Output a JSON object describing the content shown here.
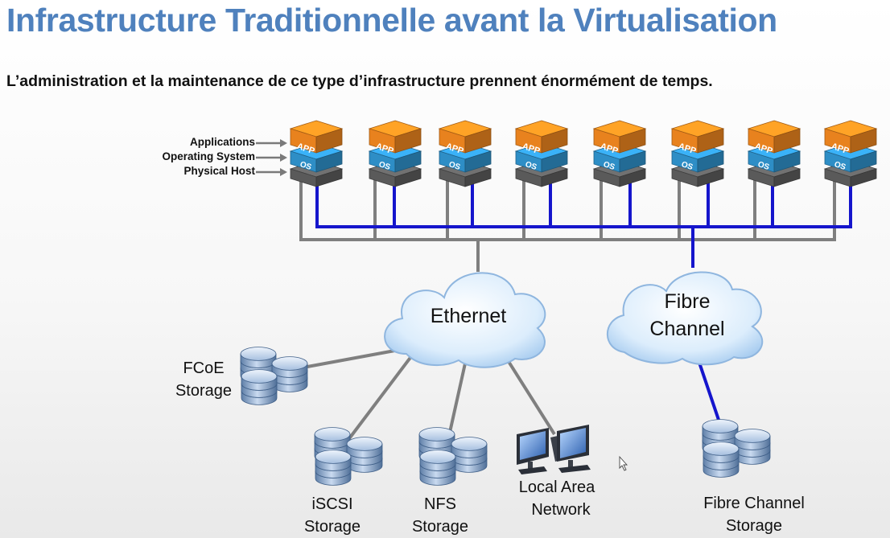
{
  "title": "Infrastructure Traditionnelle avant la Virtualisation",
  "subtitle": "L’administration et la maintenance de ce type d’infrastructure prennent énormément de temps.",
  "legend": {
    "applications": "Applications",
    "operating_system": "Operating System",
    "physical_host": "Physical Host"
  },
  "server_labels": {
    "app": "APP",
    "os": "OS"
  },
  "server_count": 8,
  "networks": {
    "ethernet": "Ethernet",
    "fibre_line1": "Fibre",
    "fibre_line2": "Channel"
  },
  "storage": {
    "fcoe_line1": "FCoE",
    "fcoe_line2": "Storage",
    "iscsi_line1": "iSCSI",
    "iscsi_line2": "Storage",
    "nfs_line1": "NFS",
    "nfs_line2": "Storage",
    "lan_line1": "Local Area",
    "lan_line2": "Network",
    "fc_line1": "Fibre Channel",
    "fc_line2": "Storage"
  },
  "colors": {
    "title": "#4f81bd",
    "app_layer": "#e8821e",
    "os_layer": "#2e8ec6",
    "host_layer": "#5a5a5a",
    "ethernet_link": "#7f7f7f",
    "fibre_link": "#1515cc",
    "cloud": "#cfe6fb"
  }
}
